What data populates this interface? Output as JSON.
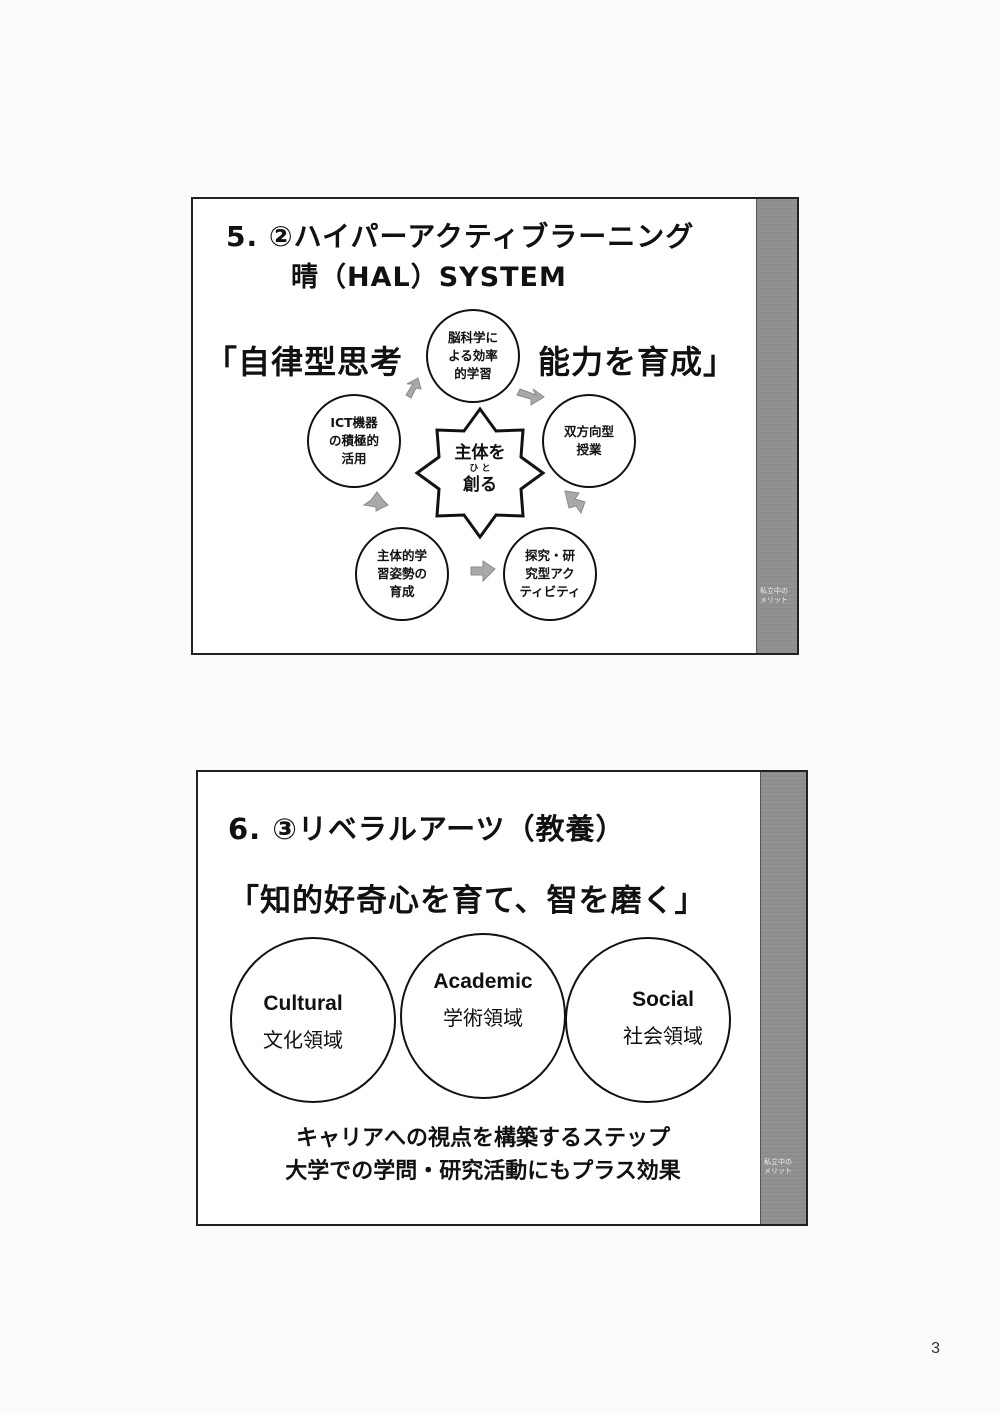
{
  "slide1": {
    "title_line1": "5. ②ハイパーアクティブラーニング",
    "title_line2": "晴（HAL）SYSTEM",
    "slogan_left": "「自律型思考",
    "slogan_right": "能力を育成」",
    "center": {
      "line1": "主体を",
      "ruby": "ひ と",
      "line2": "創る"
    },
    "nodes": [
      {
        "lines": [
          "脳科学に",
          "よる効率",
          "的学習"
        ]
      },
      {
        "lines": [
          "双方向型",
          "授業"
        ]
      },
      {
        "lines": [
          "探究・研",
          "究型アク",
          "ティビティ"
        ]
      },
      {
        "lines": [
          "主体的学",
          "習姿勢の",
          "育成"
        ]
      },
      {
        "lines": [
          "ICT機器",
          "の積極的",
          "活用"
        ]
      }
    ],
    "side_tag": "私立中の\nメリット"
  },
  "slide2": {
    "title": "6. ③リベラルアーツ（教養）",
    "slogan": "「知的好奇心を育て、智を磨く」",
    "domains": [
      {
        "en": "Cultural",
        "jp": "文化領域"
      },
      {
        "en": "Academic",
        "jp": "学術領域"
      },
      {
        "en": "Social",
        "jp": "社会領域"
      }
    ],
    "footer_line1": "キャリアへの視点を構築するステップ",
    "footer_line2": "大学での学問・研究活動にもプラス効果",
    "side_tag": "私立中の\nメリット"
  },
  "page_number": "3",
  "colors": {
    "sidebar": "#8d8d8d",
    "arrow": "#a9a9a9",
    "ink": "#111111"
  }
}
